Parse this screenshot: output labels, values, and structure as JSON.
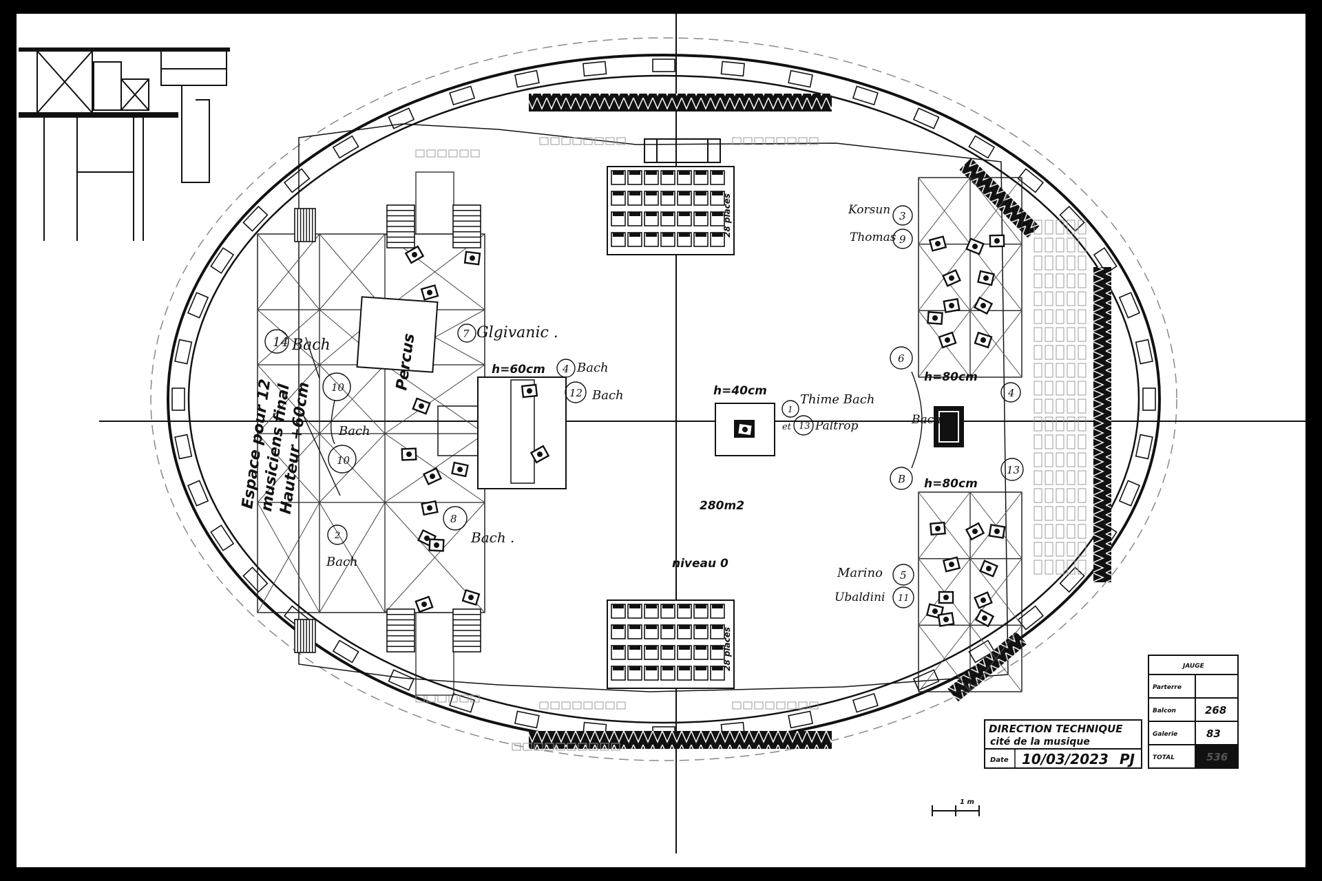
{
  "plan": {
    "left_zone_label": [
      "Espace pour 12",
      "musiciens final",
      "Hauteur +60cm"
    ],
    "percus_label": "Percus",
    "area_label": "280m2",
    "level_label": "niveau 0",
    "heights": {
      "left_platform": "h=60cm",
      "center_platform": "h=40cm",
      "right_top_platform": "h=80cm",
      "right_bottom_platform": "h=80cm"
    },
    "seat_blocks": {
      "top": "28 places",
      "bottom": "28 places"
    },
    "scale_label": "1 m"
  },
  "annotations": {
    "n14": "14",
    "n14_text": "Bach",
    "n7": "7",
    "n7_text": "Glgivanic .",
    "n4": "4",
    "n4_text": "Bach",
    "n12": "12",
    "n12_text": "Bach",
    "n10a": "10",
    "n10b": "10",
    "n10_text": "Bach",
    "n8": "8",
    "n8_text": "Bach .",
    "n2": "2",
    "n2_text": "Bach",
    "n1": "1",
    "n1_text": "Thime Bach",
    "n13": "13",
    "n13_prefix": "et",
    "n13_text": "Paltrop",
    "n3": "3",
    "n3_text": "Korsun",
    "n9": "9",
    "n9_text": "Thomas",
    "n6": "6",
    "nB": "B",
    "n6B_text": "Bach",
    "r4": "4",
    "r13": "13",
    "n5": "5",
    "n5_text": "Marino",
    "n11": "11",
    "n11_text": "Ubaldini"
  },
  "title_block": {
    "line1": "DIRECTION TECHNIQUE",
    "line2": "cité de la musique",
    "date_label": "Date",
    "date_value": "10/03/2023",
    "initials": "PJ"
  },
  "table": {
    "header": "JAUGE",
    "rows": [
      {
        "label": "Parterre",
        "value": ""
      },
      {
        "label": "Balcon",
        "value": "268"
      },
      {
        "label": "Galerie",
        "value": "83"
      },
      {
        "label": "TOTAL",
        "value": "536"
      }
    ]
  }
}
